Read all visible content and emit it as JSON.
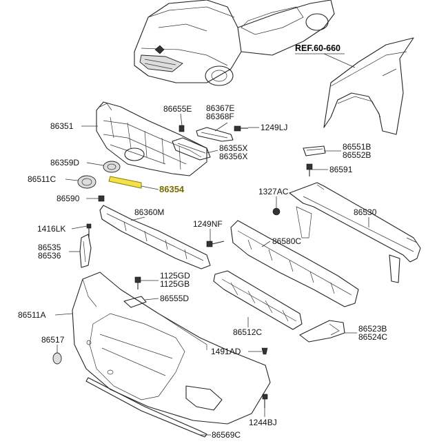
{
  "reference": "REF.60-660",
  "highlight_color": "#f2e24a",
  "labels": {
    "p86655E": "86655E",
    "p86367E": "86367E",
    "p86368F": "86368F",
    "p1249LJ": "1249LJ",
    "p86351": "86351",
    "p86355X": "86355X",
    "p86356X": "86356X",
    "p86551B": "86551B",
    "p86552B": "86552B",
    "p86359D": "86359D",
    "p86591": "86591",
    "p86511C": "86511C",
    "p86354": "86354",
    "p86590": "86590",
    "p1327AC": "1327AC",
    "p86360M": "86360M",
    "p86530": "86530",
    "p1416LK": "1416LK",
    "p1249NF": "1249NF",
    "p86580C": "86580C",
    "p86535": "86535",
    "p86536": "86536",
    "p1125GD": "1125GD",
    "p1125GB": "1125GB",
    "p86555D": "86555D",
    "p86511A": "86511A",
    "p86512C": "86512C",
    "p86523B": "86523B",
    "p86524C": "86524C",
    "p86517": "86517",
    "p1491AD": "1491AD",
    "p1244BJ": "1244BJ",
    "p86569C": "86569C"
  }
}
